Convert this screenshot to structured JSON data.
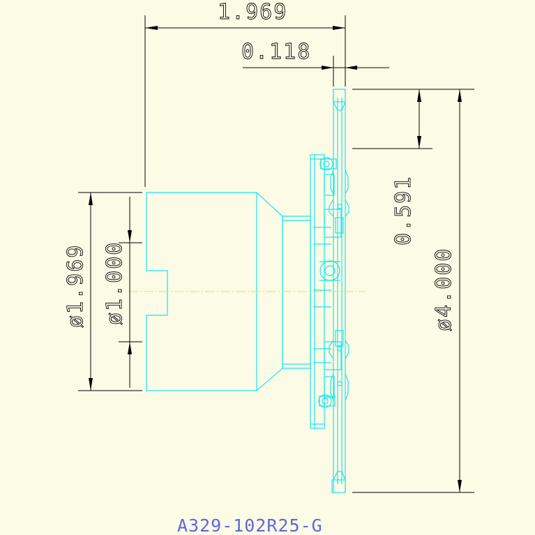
{
  "drawing": {
    "part_number": "A329-102R25-G",
    "colors": {
      "background": "#fbfbe6",
      "part_outline": "#19e6f0",
      "dimension_lines": "#000000",
      "center_line": "#e8e060",
      "part_number_text": "#5a6adf"
    },
    "dimensions": {
      "overall_length": "1.969",
      "blade_thickness": "0.118",
      "tooth_depth": "0.591",
      "outer_diameter": "ø4.000",
      "shank_diameter": "ø1.969",
      "bore_diameter": "ø1.000"
    }
  }
}
